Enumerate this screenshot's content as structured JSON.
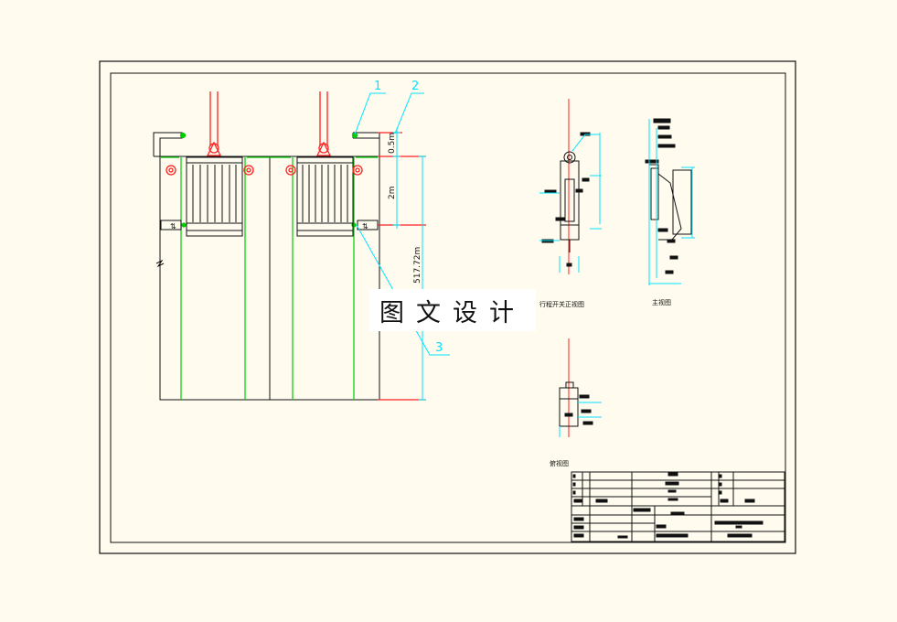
{
  "callouts": {
    "c1": "1",
    "c2": "2",
    "c3": "3"
  },
  "dimensions": {
    "d_top": "0.5m",
    "d_mid": "2m",
    "d_total": "517.72m"
  },
  "view_labels": {
    "travel_switch": "行程开关正视图",
    "side_view": "主视图",
    "bottom_view": "俯视图"
  },
  "watermark": "图文设计",
  "colors": {
    "background": "#fffbee",
    "cyan": "#00e5ff",
    "red": "#ff2020",
    "green": "#00cc00",
    "line": "#111111"
  }
}
